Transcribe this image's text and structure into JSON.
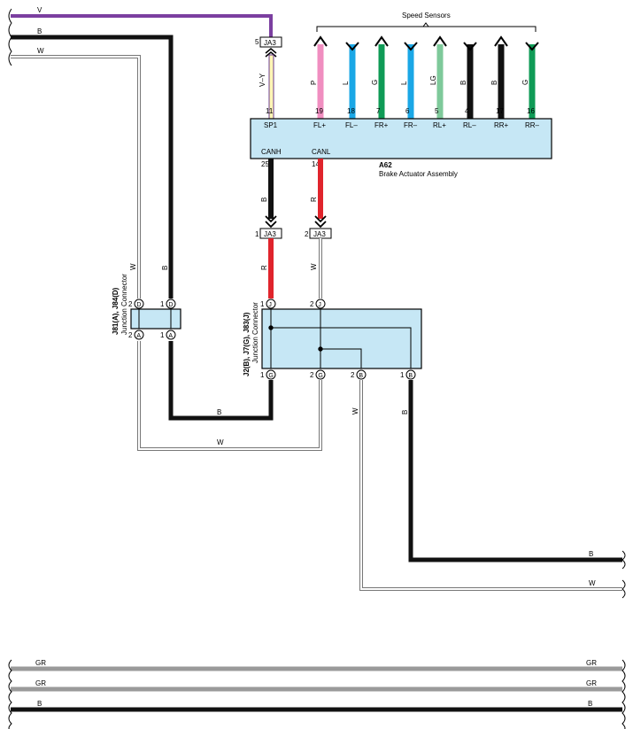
{
  "header": {
    "speed_sensors": "Speed Sensors"
  },
  "left_wires": [
    {
      "label": "V",
      "color": "#7b3fa0"
    },
    {
      "label": "B",
      "color": "#111111"
    },
    {
      "label": "W",
      "color": "#ffffff"
    }
  ],
  "top_connector": {
    "name": "JA3",
    "pin": "5",
    "wire_label": "V–Y"
  },
  "assembly": {
    "code": "A62",
    "name": "Brake Actuator Assembly",
    "top_pins": [
      {
        "num": "11",
        "name": "SP1"
      },
      {
        "num": "19",
        "name": "FL+",
        "wire": "P",
        "color": "#f08ec0"
      },
      {
        "num": "18",
        "name": "FL–",
        "wire": "L",
        "color": "#1aa7e6"
      },
      {
        "num": "7",
        "name": "FR+",
        "wire": "G",
        "color": "#0f9b56"
      },
      {
        "num": "6",
        "name": "FR–",
        "wire": "L",
        "color": "#1aa7e6"
      },
      {
        "num": "5",
        "name": "RL+",
        "wire": "LG",
        "color": "#7ec99a"
      },
      {
        "num": "4",
        "name": "RL–",
        "wire": "B",
        "color": "#111111"
      },
      {
        "num": "17",
        "name": "RR+",
        "wire": "B",
        "color": "#111111"
      },
      {
        "num": "16",
        "name": "RR–",
        "wire": "G",
        "color": "#0f9b56"
      }
    ],
    "bottom_pins": [
      {
        "num": "25",
        "name": "CANH",
        "wire": "B"
      },
      {
        "num": "14",
        "name": "CANL",
        "wire": "R"
      }
    ]
  },
  "ja3_lower": [
    {
      "pin": "1",
      "name": "JA3",
      "wire": "R"
    },
    {
      "pin": "2",
      "name": "JA3",
      "wire": "W"
    }
  ],
  "j_left": {
    "title": "J81(A), J84(D)",
    "subtitle": "Junction Connector",
    "top": [
      {
        "pin": "2",
        "letter": "D"
      },
      {
        "pin": "1",
        "letter": "D"
      }
    ],
    "bottom": [
      {
        "pin": "2",
        "letter": "A"
      },
      {
        "pin": "1",
        "letter": "A"
      }
    ],
    "wire_w": "W",
    "wire_b": "B"
  },
  "j_right": {
    "title": "J2(B), J7(G), J83(J)",
    "subtitle": "Junction Connector",
    "top": [
      {
        "pin": "1",
        "letter": "J"
      },
      {
        "pin": "2",
        "letter": "J"
      }
    ],
    "bottom": [
      {
        "pin": "1",
        "letter": "G"
      },
      {
        "pin": "2",
        "letter": "G"
      },
      {
        "pin": "2",
        "letter": "B"
      },
      {
        "pin": "1",
        "letter": "B"
      }
    ]
  },
  "link_wires": {
    "b": "B",
    "w": "W",
    "out_w": "W",
    "out_b": "B"
  },
  "right_out": [
    {
      "label": "B"
    },
    {
      "label": "W"
    }
  ],
  "bottom_bus": [
    {
      "label": "GR",
      "color": "#9a9a9a"
    },
    {
      "label": "GR",
      "color": "#9a9a9a"
    },
    {
      "label": "B",
      "color": "#111111"
    }
  ]
}
